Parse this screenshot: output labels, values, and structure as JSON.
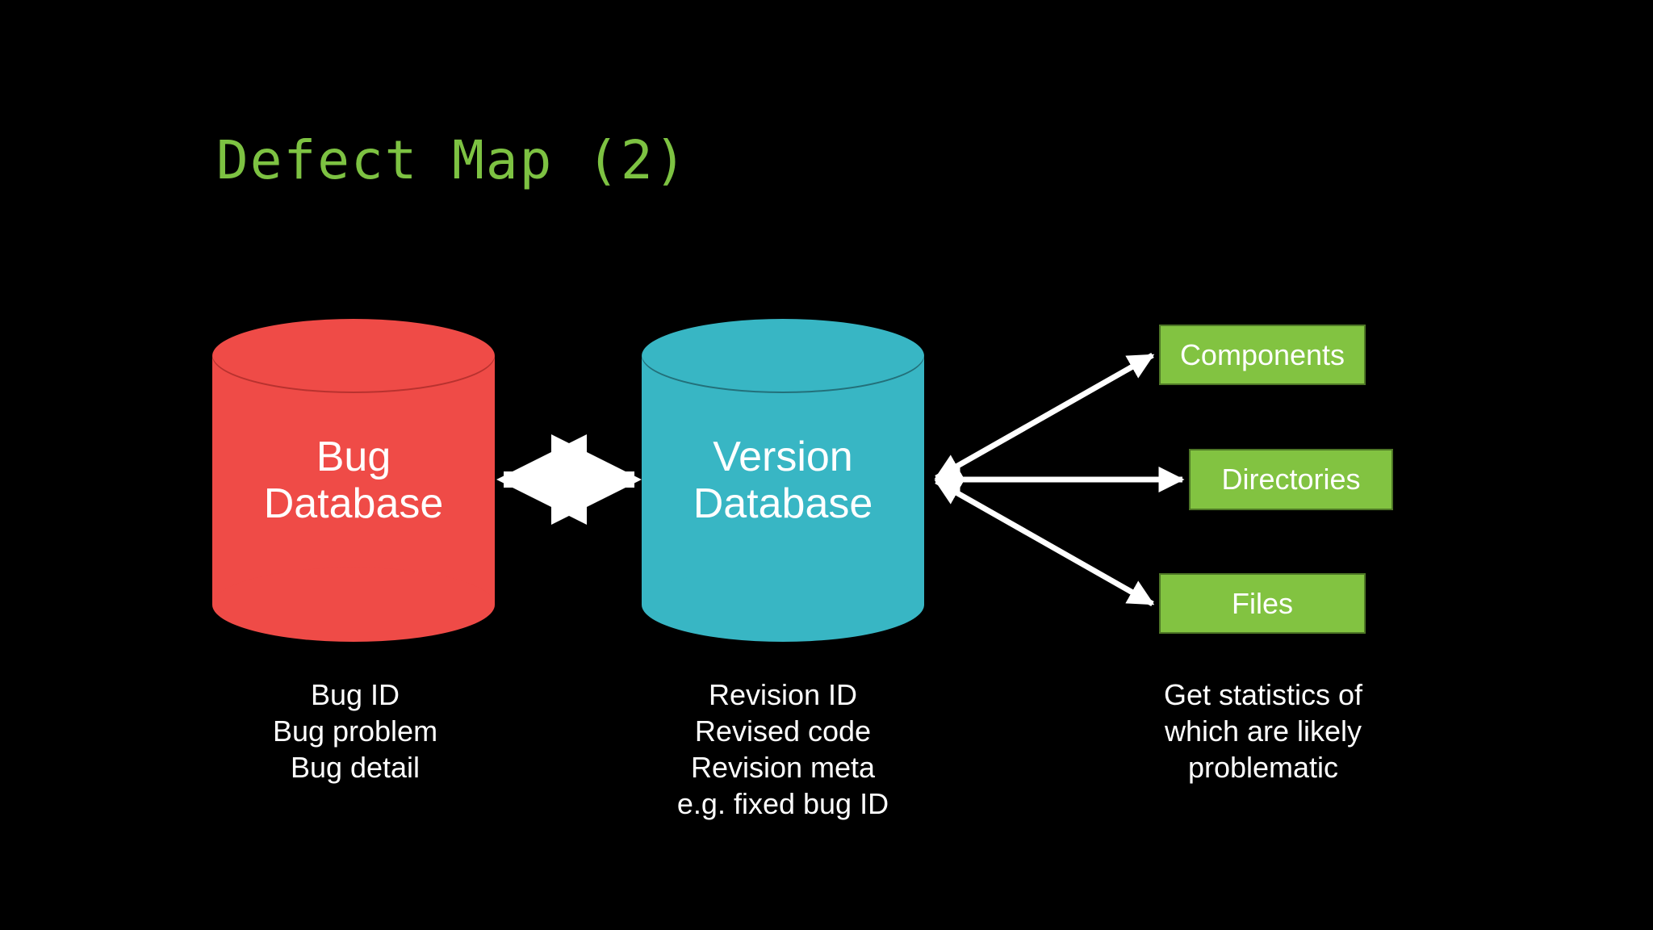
{
  "slide": {
    "title": "Defect Map (2)",
    "background_color": "#000000",
    "title_color": "#7DC242"
  },
  "nodes": {
    "bug_database": {
      "label_line1": "Bug",
      "label_line2": "Database",
      "shape": "cylinder",
      "fill_color": "#EF4B47",
      "text_color": "#FFFFFF"
    },
    "version_database": {
      "label_line1": "Version",
      "label_line2": "Database",
      "shape": "cylinder",
      "fill_color": "#38B6C4",
      "text_color": "#FFFFFF"
    },
    "components_box": {
      "label": "Components",
      "shape": "rectangle",
      "fill_color": "#82C341",
      "border_color": "#4E7726",
      "text_color": "#FFFFFF"
    },
    "directories_box": {
      "label": "Directories",
      "shape": "rectangle",
      "fill_color": "#82C341",
      "border_color": "#4E7726",
      "text_color": "#FFFFFF"
    },
    "files_box": {
      "label": "Files",
      "shape": "rectangle",
      "fill_color": "#82C341",
      "border_color": "#4E7726",
      "text_color": "#FFFFFF"
    }
  },
  "captions": {
    "bug_database": "Bug ID\nBug problem\nBug detail",
    "version_database": "Revision ID\nRevised code\nRevision meta\ne.g. fixed bug ID",
    "right_column": "Get statistics of\nwhich are likely\nproblematic"
  },
  "connectors": [
    {
      "name": "bug-to-version",
      "from": "bug_database",
      "to": "version_database",
      "style": "double-headed-arrow",
      "color": "#FFFFFF"
    },
    {
      "name": "version-to-components",
      "from": "version_database",
      "to": "components_box",
      "style": "double-headed-arrow",
      "color": "#FFFFFF"
    },
    {
      "name": "version-to-directories",
      "from": "version_database",
      "to": "directories_box",
      "style": "double-headed-arrow",
      "color": "#FFFFFF"
    },
    {
      "name": "version-to-files",
      "from": "version_database",
      "to": "files_box",
      "style": "double-headed-arrow",
      "color": "#FFFFFF"
    }
  ]
}
